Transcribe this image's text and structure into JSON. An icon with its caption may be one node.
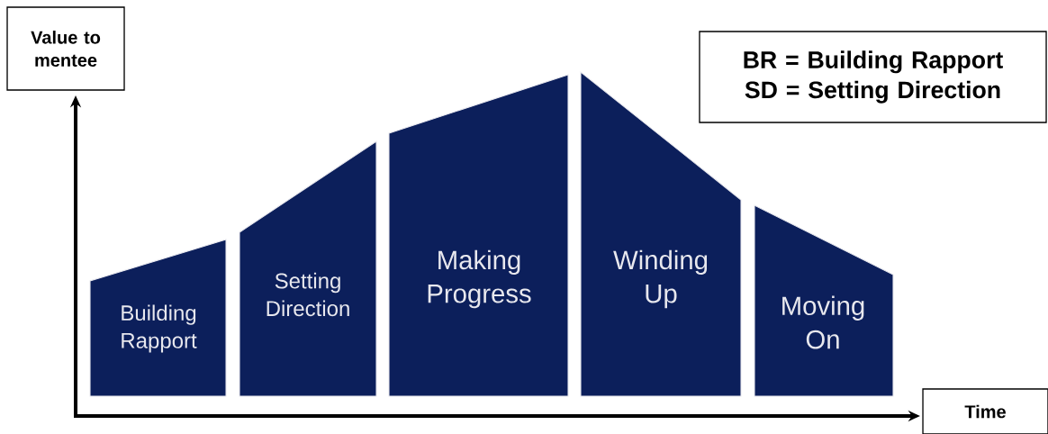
{
  "diagram": {
    "nodes": [
      {
        "text": [
          "Value to mentee"
        ]
      },
      {
        "text": [
          "BR = Building Rapport",
          "SD = Setting Direction"
        ]
      },
      {
        "text": [
          "Building Rapport"
        ]
      },
      {
        "text": [
          "Setting Direction"
        ]
      },
      {
        "text": [
          "Making Progress"
        ]
      },
      {
        "text": [
          "Winding Up"
        ]
      },
      {
        "text": [
          "Moving On"
        ]
      },
      {
        "text": [
          "Time"
        ]
      }
    ]
  }
}
